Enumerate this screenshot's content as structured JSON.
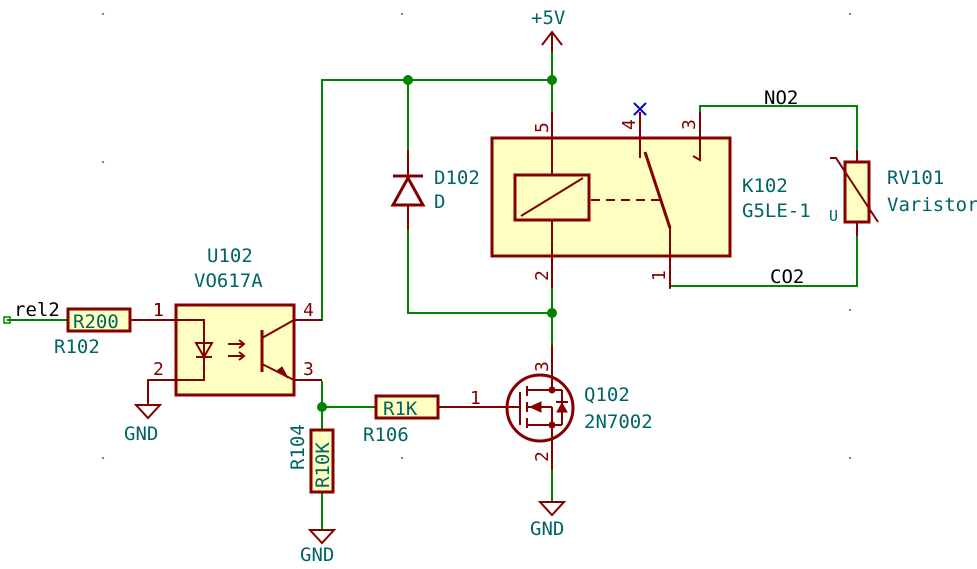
{
  "colors": {
    "background": "#ffffff",
    "wire": "#008400",
    "symbol_outline": "#840000",
    "symbol_fill": "#ffffc2",
    "reference_text": "#006464",
    "net_label_text": "#000000",
    "no_connect": "#0000c8"
  },
  "power": {
    "vcc": "+5V",
    "gnd": "GND"
  },
  "components": {
    "r102": {
      "value": "R200",
      "ref": "R102",
      "pin1": "1"
    },
    "u102": {
      "ref": "U102",
      "value": "VO617A",
      "pin1": "1",
      "pin2": "2",
      "pin3": "3",
      "pin4": "4"
    },
    "d102": {
      "ref": "D102",
      "value": "D"
    },
    "k102": {
      "ref": "K102",
      "value": "G5LE-1",
      "pin1": "1",
      "pin2": "2",
      "pin3": "3",
      "pin4": "4",
      "pin5": "5"
    },
    "rv101": {
      "ref": "RV101",
      "value": "Varistor",
      "u_mark": "U"
    },
    "r106": {
      "value": "R1K",
      "ref": "R106"
    },
    "r104": {
      "ref": "R104",
      "value": "R10K"
    },
    "q102": {
      "ref": "Q102",
      "value": "2N7002",
      "pin1": "1",
      "pin2": "2",
      "pin3": "3"
    }
  },
  "net_labels": {
    "input": "rel2",
    "no": "NO2",
    "co": "CO2"
  }
}
